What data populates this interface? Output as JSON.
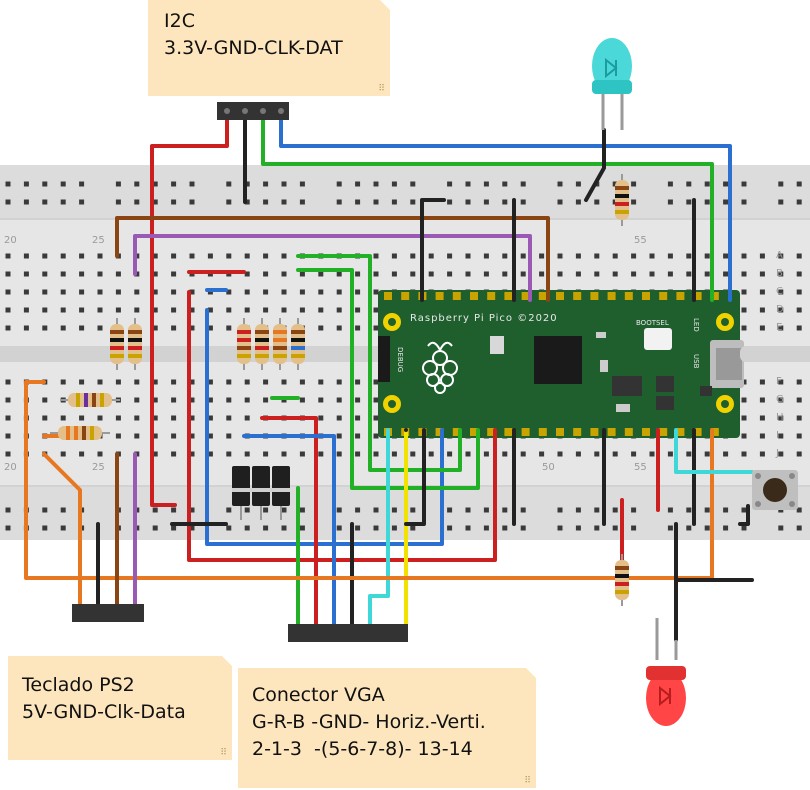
{
  "notes": {
    "i2c": {
      "line1": "I2C",
      "line2": "3.3V-GND-CLK-DAT"
    },
    "ps2": {
      "line1": "Teclado PS2",
      "line2": "5V-GND-Clk-Data"
    },
    "vga": {
      "line1": "Conector VGA",
      "line2": "G-R-B -GND- Horiz.-Verti.",
      "line3": "2-1-3  -(5-6-7-8)- 13-14"
    }
  },
  "breadboard": {
    "row_labels": [
      "A",
      "B",
      "C",
      "D",
      "E",
      "F",
      "G",
      "H",
      "I",
      "J"
    ],
    "column_numbers_top": [
      "20",
      "25",
      "55"
    ],
    "column_numbers_bottom": [
      "20",
      "25",
      "50",
      "55"
    ]
  },
  "pico": {
    "silkscreen": "Raspberry Pi Pico ©2020",
    "bootsel": "BOOTSEL",
    "debug": "DEBUG",
    "led": "LED",
    "usb": "USB"
  },
  "colors": {
    "red": "#cc1f1f",
    "black": "#222222",
    "green": "#22b026",
    "blue": "#2b6fd1",
    "brown": "#8b4513",
    "purple": "#9b59b6",
    "orange": "#e87722",
    "cyan": "#3fd7d7",
    "yellow": "#f2e200",
    "pcb": "#1f5f2e",
    "breadboard": "#e8e8e8",
    "note": "#fde6bd"
  }
}
